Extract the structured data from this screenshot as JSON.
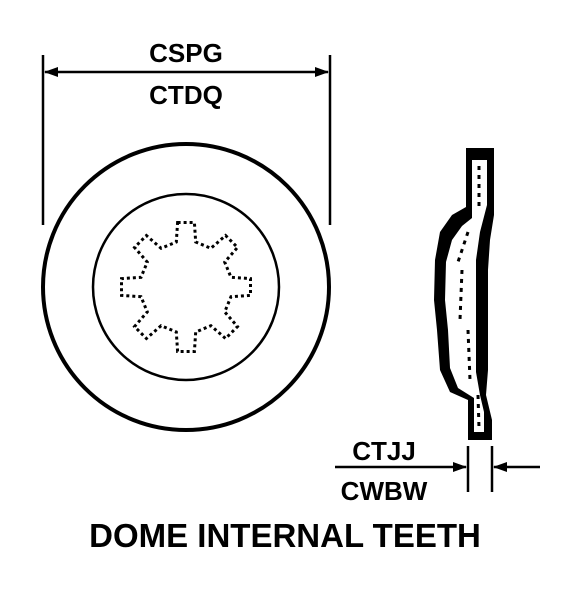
{
  "diagram": {
    "dim_outer_diameter": {
      "line1": "CSPG",
      "line2": "CTDQ"
    },
    "dim_thickness": {
      "line1": "CTJJ",
      "line2": "CWBW"
    },
    "caption": "DOME INTERNAL TEETH",
    "colors": {
      "ink": "#000000",
      "paper": "#ffffff"
    },
    "teeth_count": 8
  }
}
